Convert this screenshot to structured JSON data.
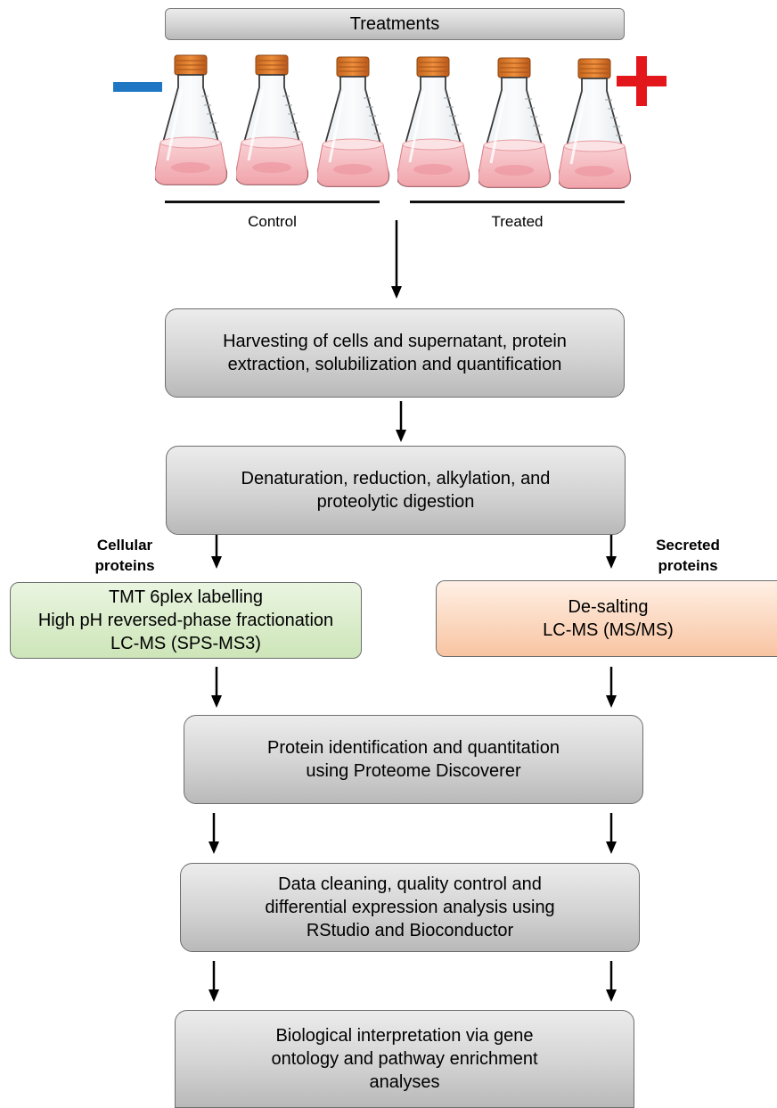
{
  "treatments_title": "Treatments",
  "control_label": "Control",
  "treated_label": "Treated",
  "minus_color": "#1f77c4",
  "plus_color": "#e3171b",
  "steps": {
    "harvest": [
      "Harvesting of cells and supernatant, protein",
      "extraction, solubilization and quantification"
    ],
    "digest": [
      "Denaturation, reduction, alkylation, and",
      "proteolytic digestion"
    ],
    "identify": [
      "Protein identification and quantitation",
      "using Proteome Discoverer"
    ],
    "clean": [
      "Data cleaning, quality control and",
      "differential expression analysis using",
      "RStudio and Bioconductor"
    ],
    "interpret": [
      "Biological interpretation via gene",
      "ontology and pathway enrichment",
      "analyses"
    ]
  },
  "branches": {
    "cellular": {
      "title": [
        "Cellular",
        "proteins"
      ],
      "lines": [
        "TMT 6plex labelling",
        "High pH reversed-phase fractionation",
        "LC-MS (SPS-MS3)"
      ]
    },
    "secreted": {
      "title": [
        "Secreted",
        "proteins"
      ],
      "lines": [
        "De-salting",
        "LC-MS (MS/MS)"
      ]
    }
  }
}
